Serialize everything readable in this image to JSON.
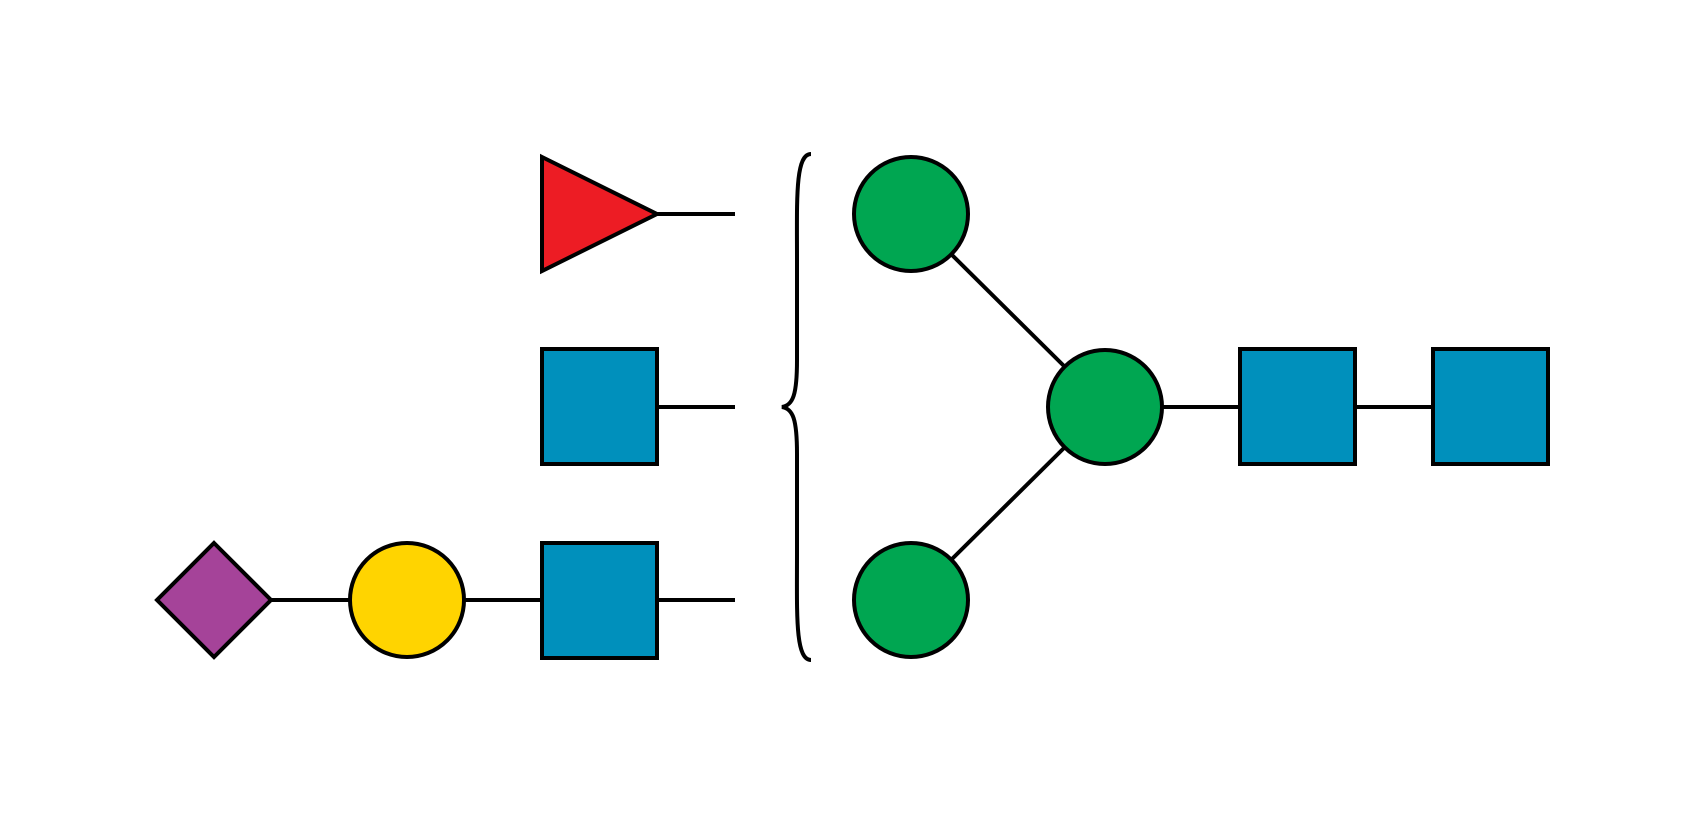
{
  "diagram": {
    "kind": "glycan-snfg",
    "colors": {
      "fucose": "#ED1C24",
      "glcnac": "#0090BC",
      "galactose": "#FFD400",
      "neu5ac": "#A54399",
      "mannose": "#00A651",
      "outline": "#000000",
      "background": "#FFFFFF"
    },
    "antenna_fragments": [
      {
        "id": "frag-fucose",
        "residues": [
          "fucose-triangle"
        ]
      },
      {
        "id": "frag-glcnac",
        "residues": [
          "glcnac-square"
        ]
      },
      {
        "id": "frag-sialyl-lacnac",
        "residues": [
          "neu5ac-diamond",
          "galactose-circle",
          "glcnac-square"
        ]
      }
    ],
    "core": {
      "residues": [
        "mannose-upper",
        "mannose-lower",
        "mannose-central",
        "glcnac-1",
        "glcnac-2"
      ],
      "bracket": "curly-left"
    }
  }
}
